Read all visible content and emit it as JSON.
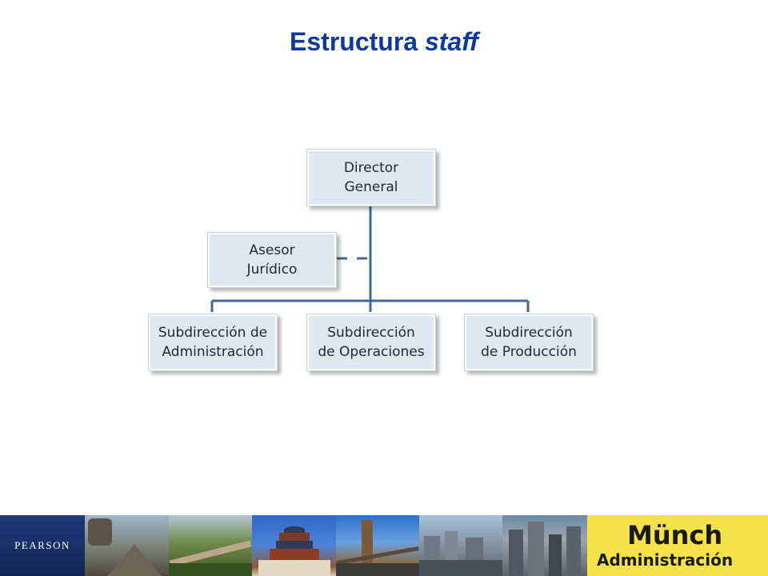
{
  "slide": {
    "title_main": "Estructura",
    "title_emphasis": "staff"
  },
  "org_chart": {
    "director": {
      "line1": "Director",
      "line2": "General"
    },
    "asesor": {
      "line1": "Asesor",
      "line2": "Jurídico"
    },
    "subdirecciones": [
      {
        "line1": "Subdirección de",
        "line2": "Administración"
      },
      {
        "line1": "Subdirección",
        "line2": "de Operaciones"
      },
      {
        "line1": "Subdirección",
        "line2": "de Producción"
      }
    ]
  },
  "footer": {
    "publisher": "PEARSON",
    "book_author": "Münch",
    "book_title": "Administración"
  },
  "colors": {
    "title": "#0b3a9c",
    "connector": "#45698f",
    "box_fill": "#dfe7f1",
    "logo_bg": "#f3e24a"
  }
}
